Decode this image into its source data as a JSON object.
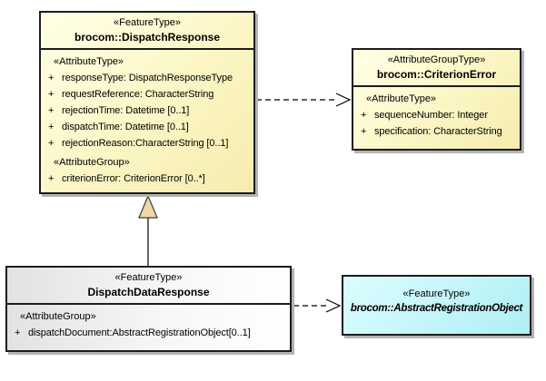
{
  "boxes": {
    "dispatchResponse": {
      "stereotype": "«FeatureType»",
      "name": "brocom::DispatchResponse",
      "attrTypeLabel": "«AttributeType»",
      "attrGroupLabel": "«AttributeGroup»",
      "attributes": [
        {
          "vis": "+",
          "text": "responseType: DispatchResponseType"
        },
        {
          "vis": "+",
          "text": "requestReference: CharacterString"
        },
        {
          "vis": "+",
          "text": "rejectionTime: Datetime [0..1]"
        },
        {
          "vis": "+",
          "text": "dispatchTime: Datetime [0..1]"
        },
        {
          "vis": "+",
          "text": "rejectionReason:CharacterString [0..1]"
        }
      ],
      "groupAttributes": [
        {
          "vis": "+",
          "text": "criterionError: CriterionError [0..*]"
        }
      ],
      "fill": "#fdf8ca"
    },
    "criterionError": {
      "stereotype": "«AttributeGroupType»",
      "name": "brocom::CriterionError",
      "attrTypeLabel": "«AttributeType»",
      "attributes": [
        {
          "vis": "+",
          "text": "sequenceNumber: Integer"
        },
        {
          "vis": "+",
          "text": "specification: CharacterString"
        }
      ],
      "fill": "#fdf8ca"
    },
    "dispatchDataResponse": {
      "stereotype": "«FeatureType»",
      "name": "DispatchDataResponse",
      "attrGroupLabel": "«AttributeGroup»",
      "groupAttributes": [
        {
          "vis": "+",
          "text": "dispatchDocument:AbstractRegistrationObject[0..1]"
        }
      ],
      "fill": "#efefef"
    },
    "abstractRegistrationObject": {
      "stereotype": "«FeatureType»",
      "name": "brocom::AbstractRegistrationObject",
      "abstract": true,
      "fill": "#c6f6f9"
    }
  },
  "relations": [
    {
      "type": "dependency",
      "from": "brocom::DispatchResponse",
      "to": "brocom::CriterionError",
      "line": "dashed",
      "arrowhead": "open"
    },
    {
      "type": "generalization",
      "from": "DispatchDataResponse",
      "to": "brocom::DispatchResponse",
      "line": "solid",
      "arrowhead": "closed-triangle"
    },
    {
      "type": "dependency",
      "from": "DispatchDataResponse",
      "to": "brocom::AbstractRegistrationObject",
      "line": "dashed",
      "arrowhead": "open"
    }
  ],
  "colors": {
    "yellow_fill": "#fdf8ca",
    "gray_fill": "#efefef",
    "cyan_fill": "#c6f6f9",
    "border": "#1c1c1c",
    "shadow": "#b3b3b3",
    "triangle_fill": "#f0d9a8"
  }
}
